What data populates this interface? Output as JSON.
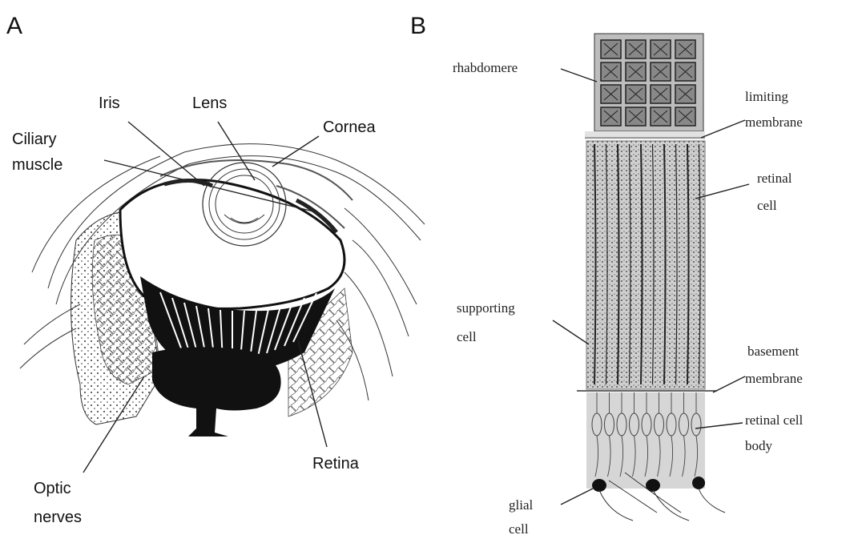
{
  "panels": [
    {
      "letter": "A"
    },
    {
      "letter": "B"
    }
  ],
  "panel_a": {
    "labels": {
      "iris": "Iris",
      "lens": "Lens",
      "cornea": "Cornea",
      "ciliary_1": "Ciliary",
      "ciliary_2": "muscle",
      "retina": "Retina",
      "optic_1": "Optic",
      "optic_2": "nerves"
    }
  },
  "panel_b": {
    "labels": {
      "rhabdomere": "rhabdomere",
      "limiting_1": "limiting",
      "limiting_2": "membrane",
      "retinal_1": "retinal",
      "retinal_2": "cell",
      "supporting_1": "supporting",
      "supporting_2": "cell",
      "basement_1": "basement",
      "basement_2": "membrane",
      "retinal_body_1": "retinal cell",
      "retinal_body_2": "body",
      "glial_1": "glial",
      "glial_2": "cell"
    }
  }
}
